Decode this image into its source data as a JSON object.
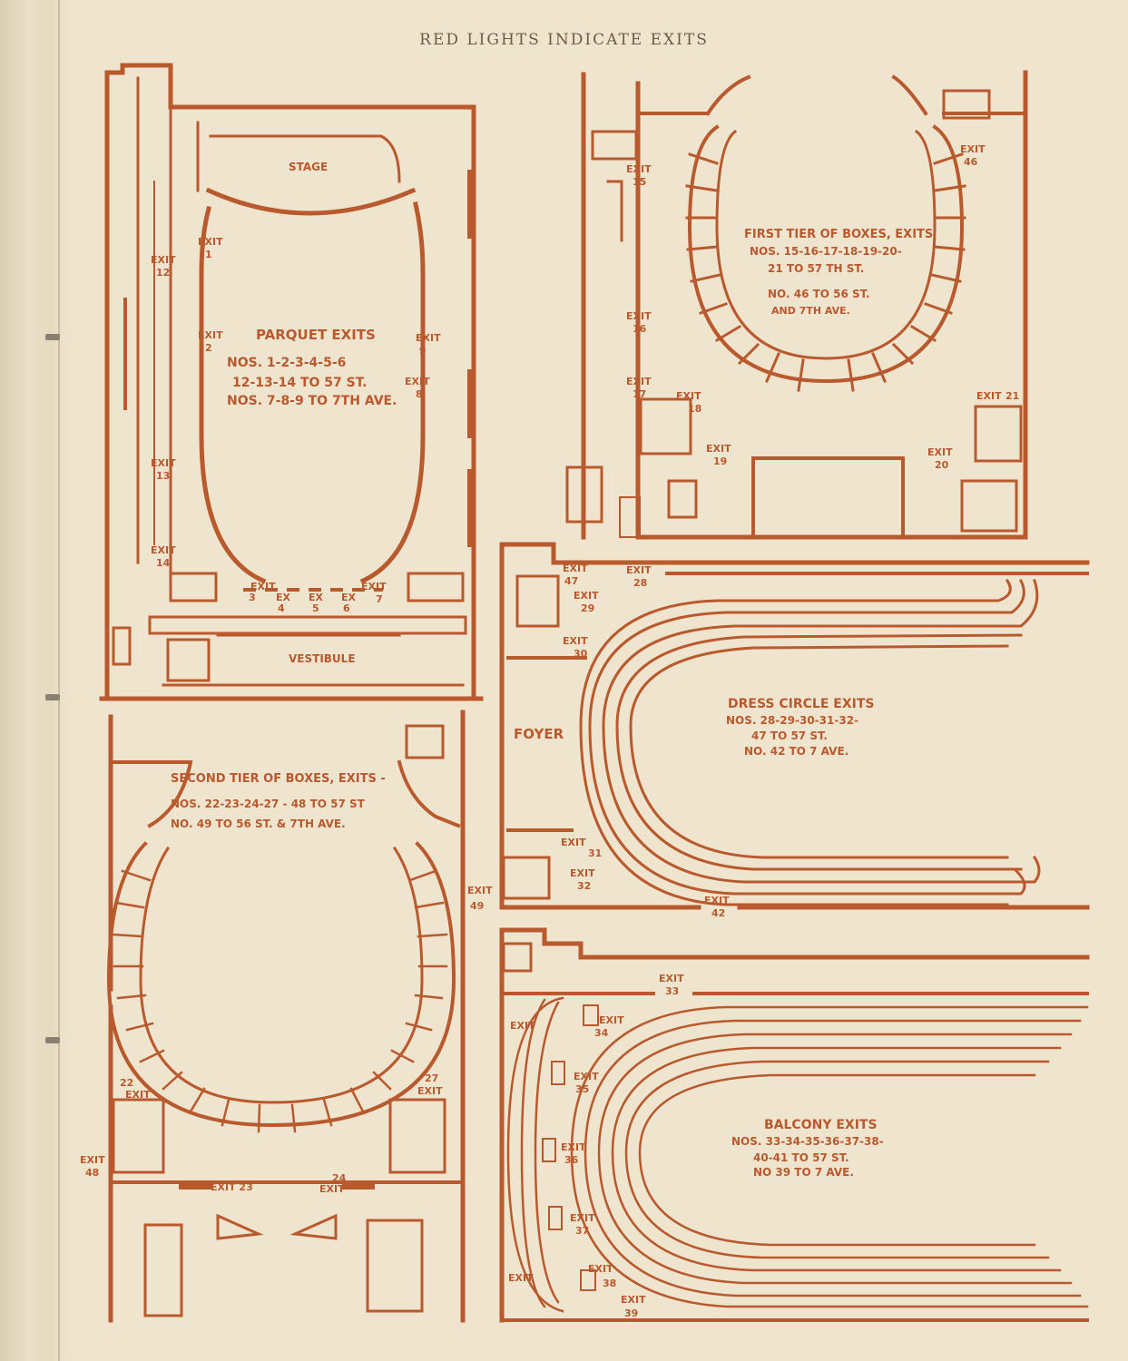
{
  "heading": "RED LIGHTS INDICATE EXITS",
  "colors": {
    "ink": "#b9592e",
    "paper": "#efe5cf",
    "binding": "#d9ccb0"
  },
  "parquet": {
    "stage": "STAGE",
    "vestibule": "VESTIBULE",
    "title": "PARQUET EXITS",
    "line1": "NOS. 1-2-3-4-5-6",
    "line2": "12-13-14 TO 57 ST.",
    "line3": "NOS. 7-8-9 TO 7TH AVE.",
    "exits": {
      "e1": "1",
      "e2": "2",
      "e3": "3",
      "e4": "4",
      "e5": "5",
      "e6": "6",
      "e7": "7",
      "e8": "8",
      "e9": "9",
      "e12": "12",
      "e13": "13",
      "e14": "14"
    }
  },
  "first_tier": {
    "title": "FIRST TIER OF BOXES, EXITS",
    "line1": "NOS. 15-16-17-18-19-20-",
    "line2": "21 TO 57 TH ST.",
    "line3": "NO. 46 TO 56 ST.",
    "line4": "AND 7TH AVE.",
    "exits": {
      "e15": "15",
      "e16": "16",
      "e17": "17",
      "e18": "18",
      "e19": "19",
      "e20": "20",
      "e21": "21",
      "e46": "46"
    }
  },
  "second_tier": {
    "title": "SECOND TIER OF BOXES, EXITS -",
    "line1": "NOS. 22-23-24-27 - 48 TO 57 ST",
    "line2": "NO. 49 TO 56 ST. & 7TH AVE.",
    "exits": {
      "e22": "22",
      "e23": "EXIT 23",
      "e24": "24",
      "e27": "27",
      "e48": "48",
      "e49": "49"
    }
  },
  "dress_circle": {
    "foyer": "FOYER",
    "title": "DRESS CIRCLE EXITS",
    "line1": "NOS. 28-29-30-31-32-",
    "line2": "47 TO 57 ST.",
    "line3": "NO. 42 TO 7 AVE.",
    "exits": {
      "e28": "28",
      "e29": "29",
      "e30": "30",
      "e31": "31",
      "e32": "32",
      "e42": "42",
      "e47": "47"
    }
  },
  "balcony": {
    "title": "BALCONY EXITS",
    "line1": "NOS. 33-34-35-36-37-38-",
    "line2": "40-41 TO 57 ST.",
    "line3": "NO 39 TO 7 AVE.",
    "exits": {
      "e33": "33",
      "e34": "34",
      "e35": "35",
      "e36": "36",
      "e37": "37",
      "e38": "38",
      "e39": "39"
    }
  },
  "labels": {
    "exit": "EXIT",
    "ex": "EX"
  }
}
